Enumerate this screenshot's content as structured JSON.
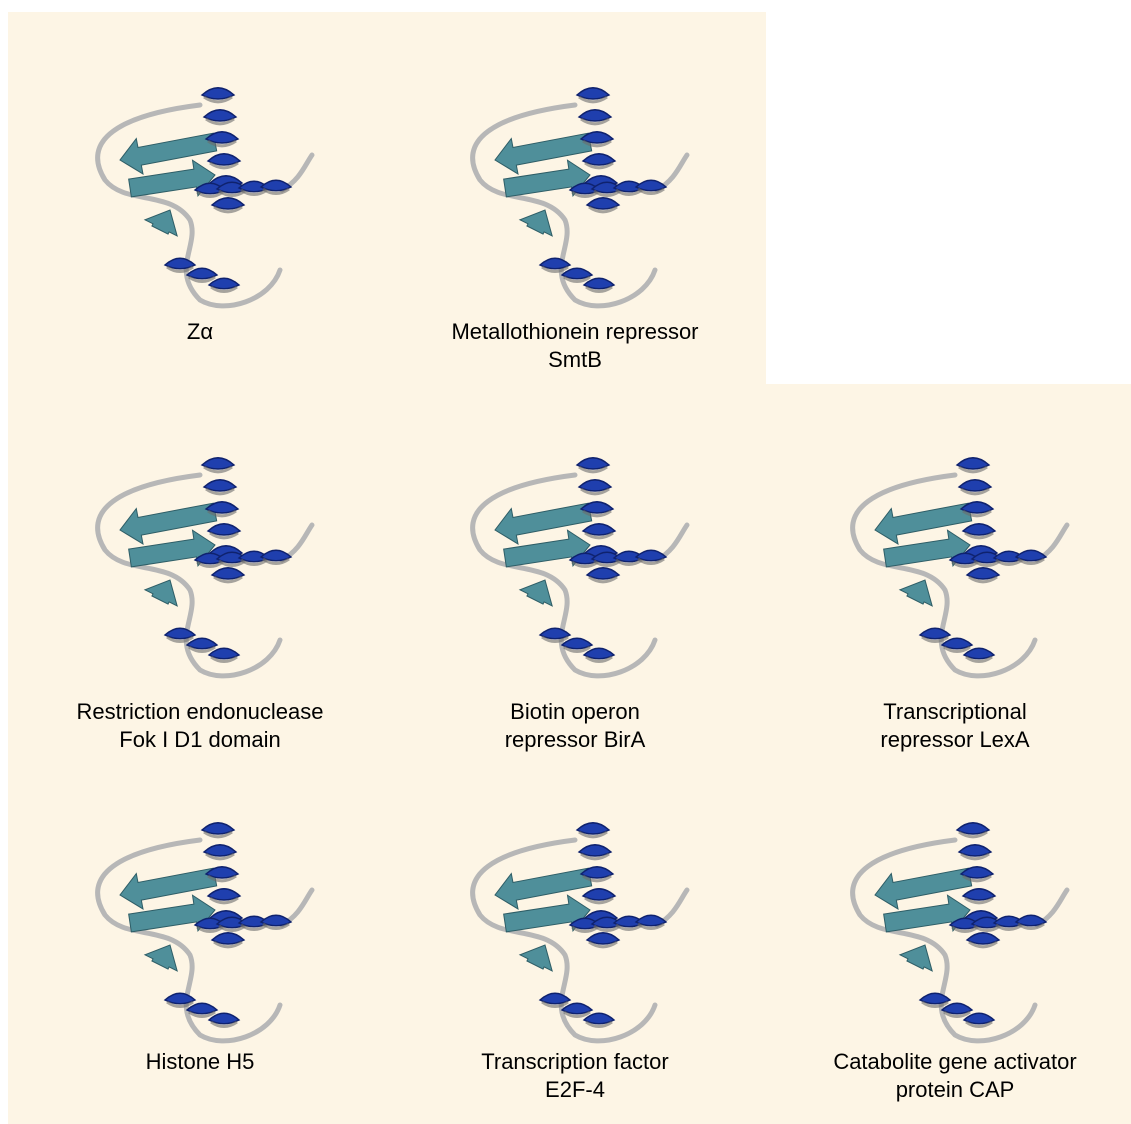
{
  "structures": [
    {
      "id": "zalpha",
      "lines": [
        "Zα"
      ]
    },
    {
      "id": "smtb",
      "lines": [
        "Metallothionein repressor",
        "SmtB"
      ]
    },
    {
      "id": "foki",
      "lines": [
        "Restriction endonuclease",
        "Fok I D1 domain"
      ]
    },
    {
      "id": "bira",
      "lines": [
        "Biotin operon",
        "repressor BirA"
      ]
    },
    {
      "id": "lexa",
      "lines": [
        "Transcriptional",
        "repressor LexA"
      ]
    },
    {
      "id": "h5",
      "lines": [
        "Histone H5"
      ]
    },
    {
      "id": "e2f4",
      "lines": [
        "Transcription factor",
        "E2F-4"
      ]
    },
    {
      "id": "cap",
      "lines": [
        "Catabolite gene activator",
        "protein CAP"
      ]
    }
  ],
  "colors": {
    "background": "#fdf5e5",
    "helix": "#1f3fae",
    "helix_dark": "#0f226e",
    "strand": "#4f8f9a",
    "loop": "#b7b7b7"
  },
  "icons": [
    "protein-ribbon-icon"
  ]
}
